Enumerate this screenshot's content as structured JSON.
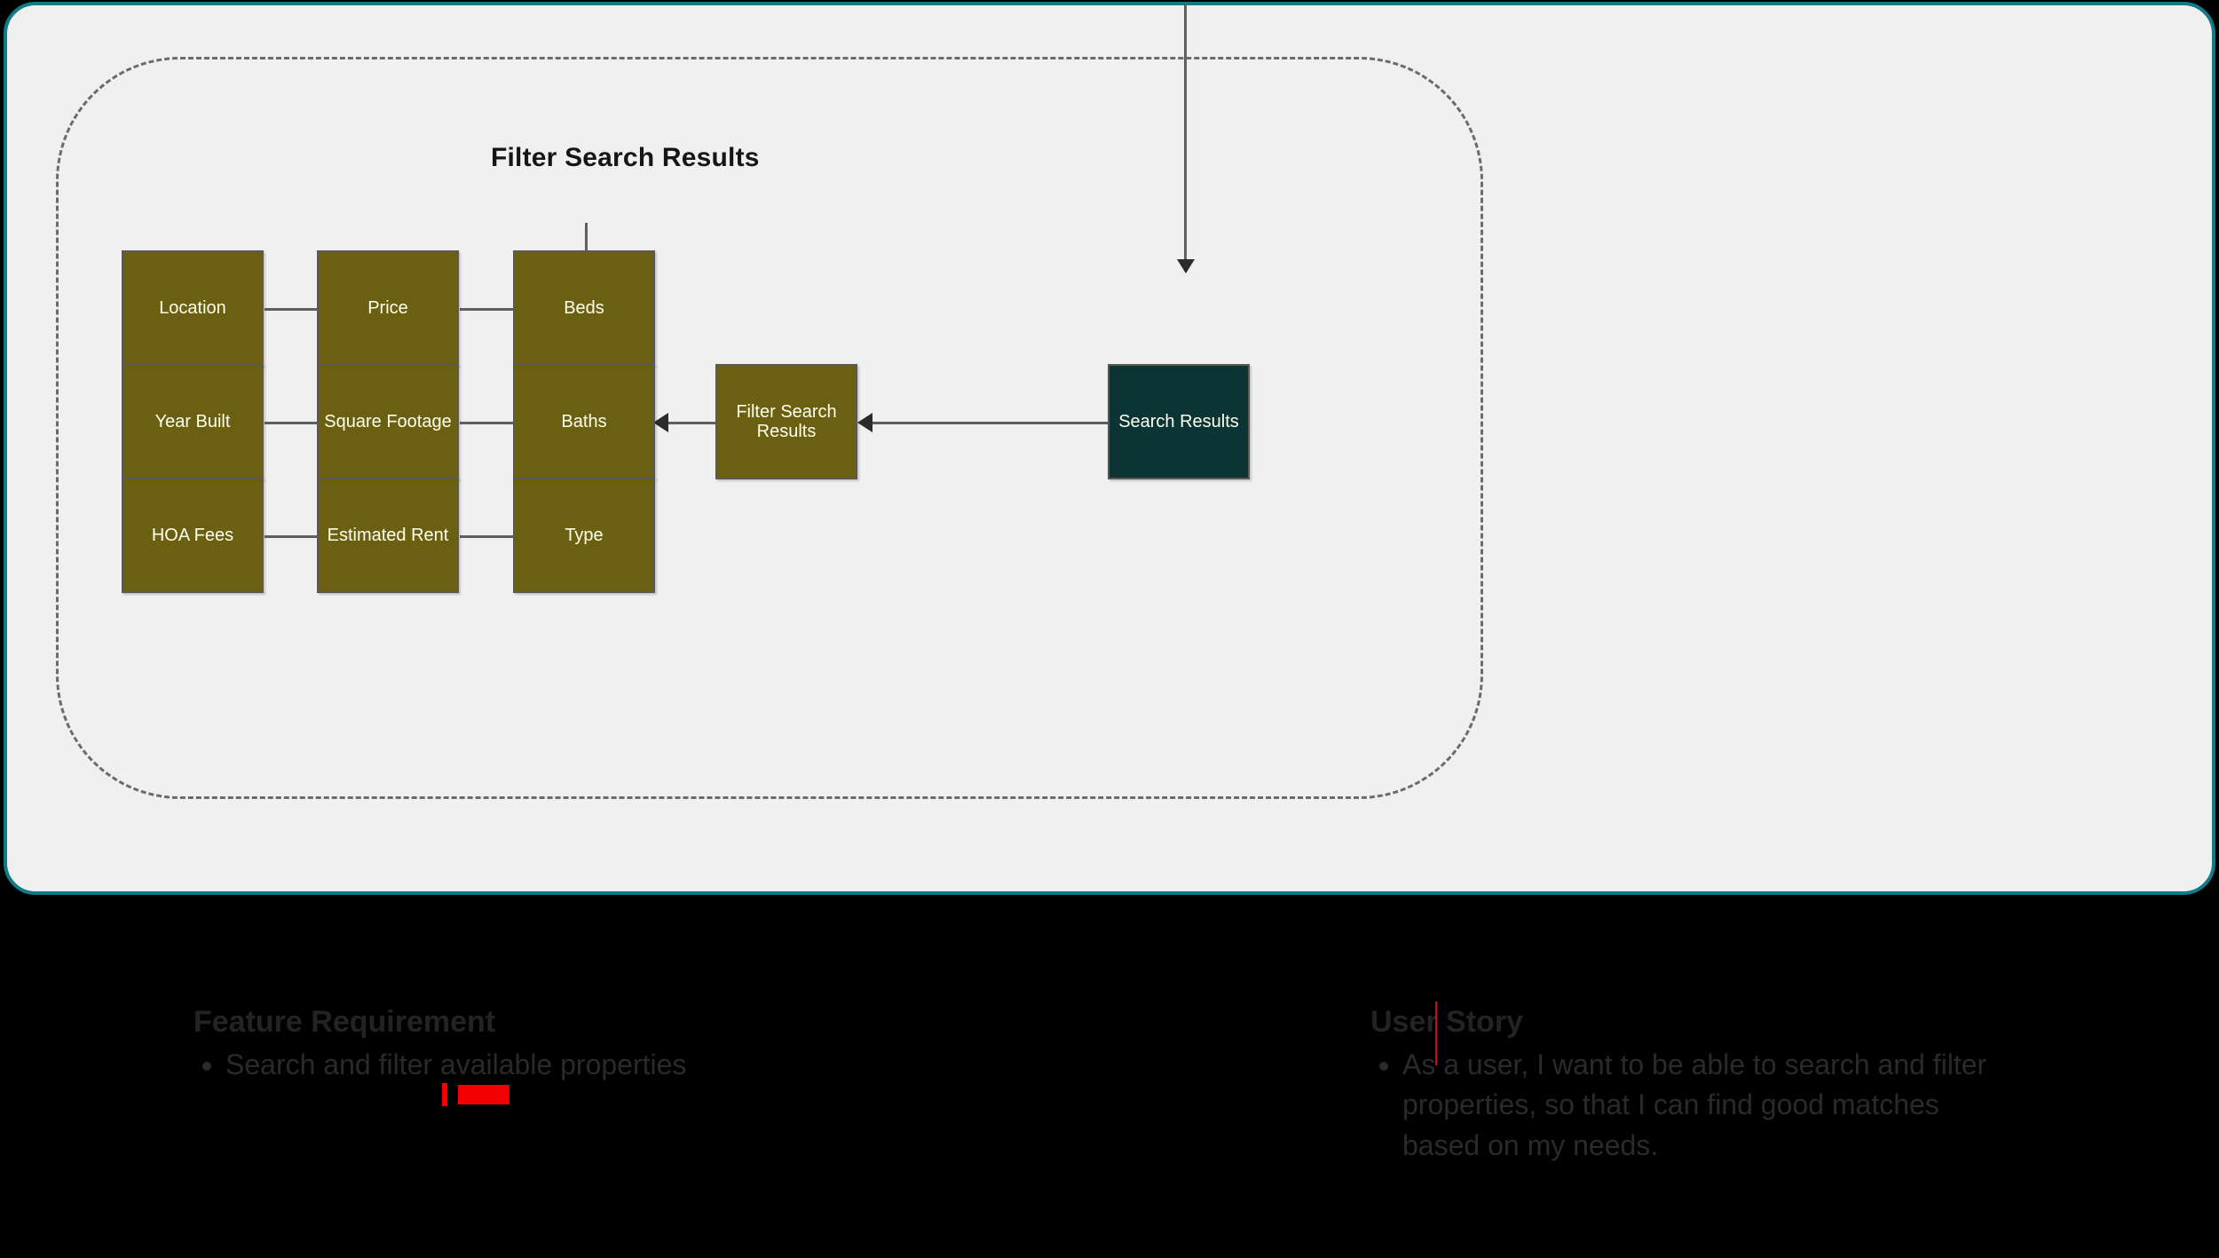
{
  "diagram": {
    "cluster_title": "Filter Search Results",
    "accent_border_color": "#127a86",
    "card_background": "#f0f0f0",
    "node_color": "#6b6012",
    "highlight_node_color": "#0b3434",
    "nodes": [
      {
        "id": "location",
        "label": "Location"
      },
      {
        "id": "price",
        "label": "Price"
      },
      {
        "id": "beds",
        "label": "Beds"
      },
      {
        "id": "year-built",
        "label": "Year Built"
      },
      {
        "id": "square-footage",
        "label": "Square Footage"
      },
      {
        "id": "baths",
        "label": "Baths"
      },
      {
        "id": "filter-search-results",
        "label": "Filter Search Results"
      },
      {
        "id": "hoa-fees",
        "label": "HOA Fees"
      },
      {
        "id": "estimated-rent",
        "label": "Estimated Rent"
      },
      {
        "id": "type",
        "label": "Type"
      },
      {
        "id": "search-results",
        "label": "Search Results"
      }
    ]
  },
  "feature_requirement": {
    "heading": "Feature Requirement",
    "items": [
      "Search and filter available properties"
    ]
  },
  "user_story": {
    "heading": "User Story",
    "items": [
      "As a user, I want to be able to search and filter properties, so that I can find good matches based on my needs."
    ]
  }
}
